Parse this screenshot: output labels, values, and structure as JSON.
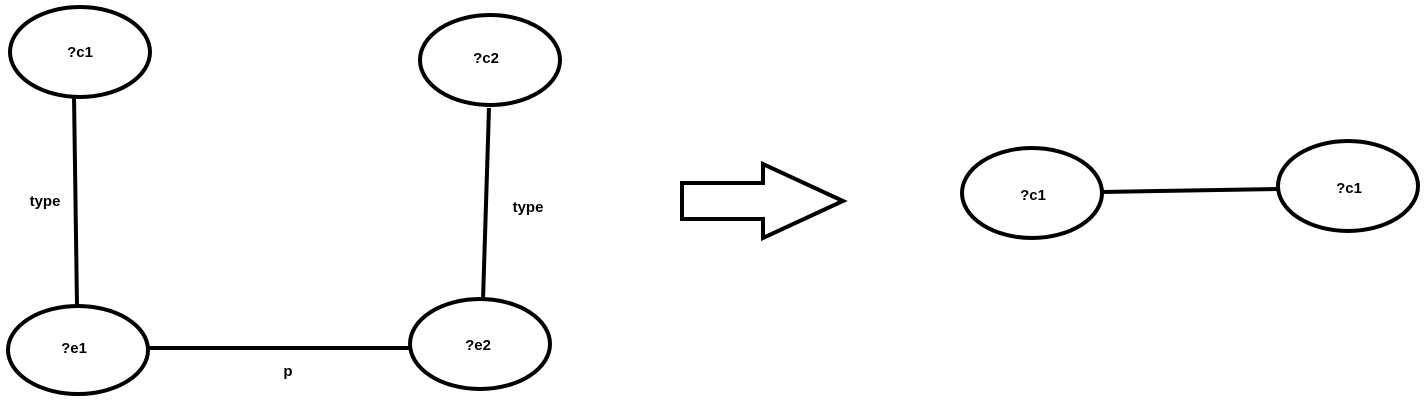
{
  "left_graph": {
    "nodes": {
      "c1": "?c1",
      "c2": "?c2",
      "e1": "?e1",
      "e2": "?e2"
    },
    "edges": {
      "c1_e1": "type",
      "c2_e2": "type",
      "e1_e2": "p"
    }
  },
  "right_graph": {
    "nodes": {
      "left": "?c1",
      "right": "?c1"
    }
  },
  "colors": {
    "stroke": "#000000",
    "background": "#ffffff"
  }
}
